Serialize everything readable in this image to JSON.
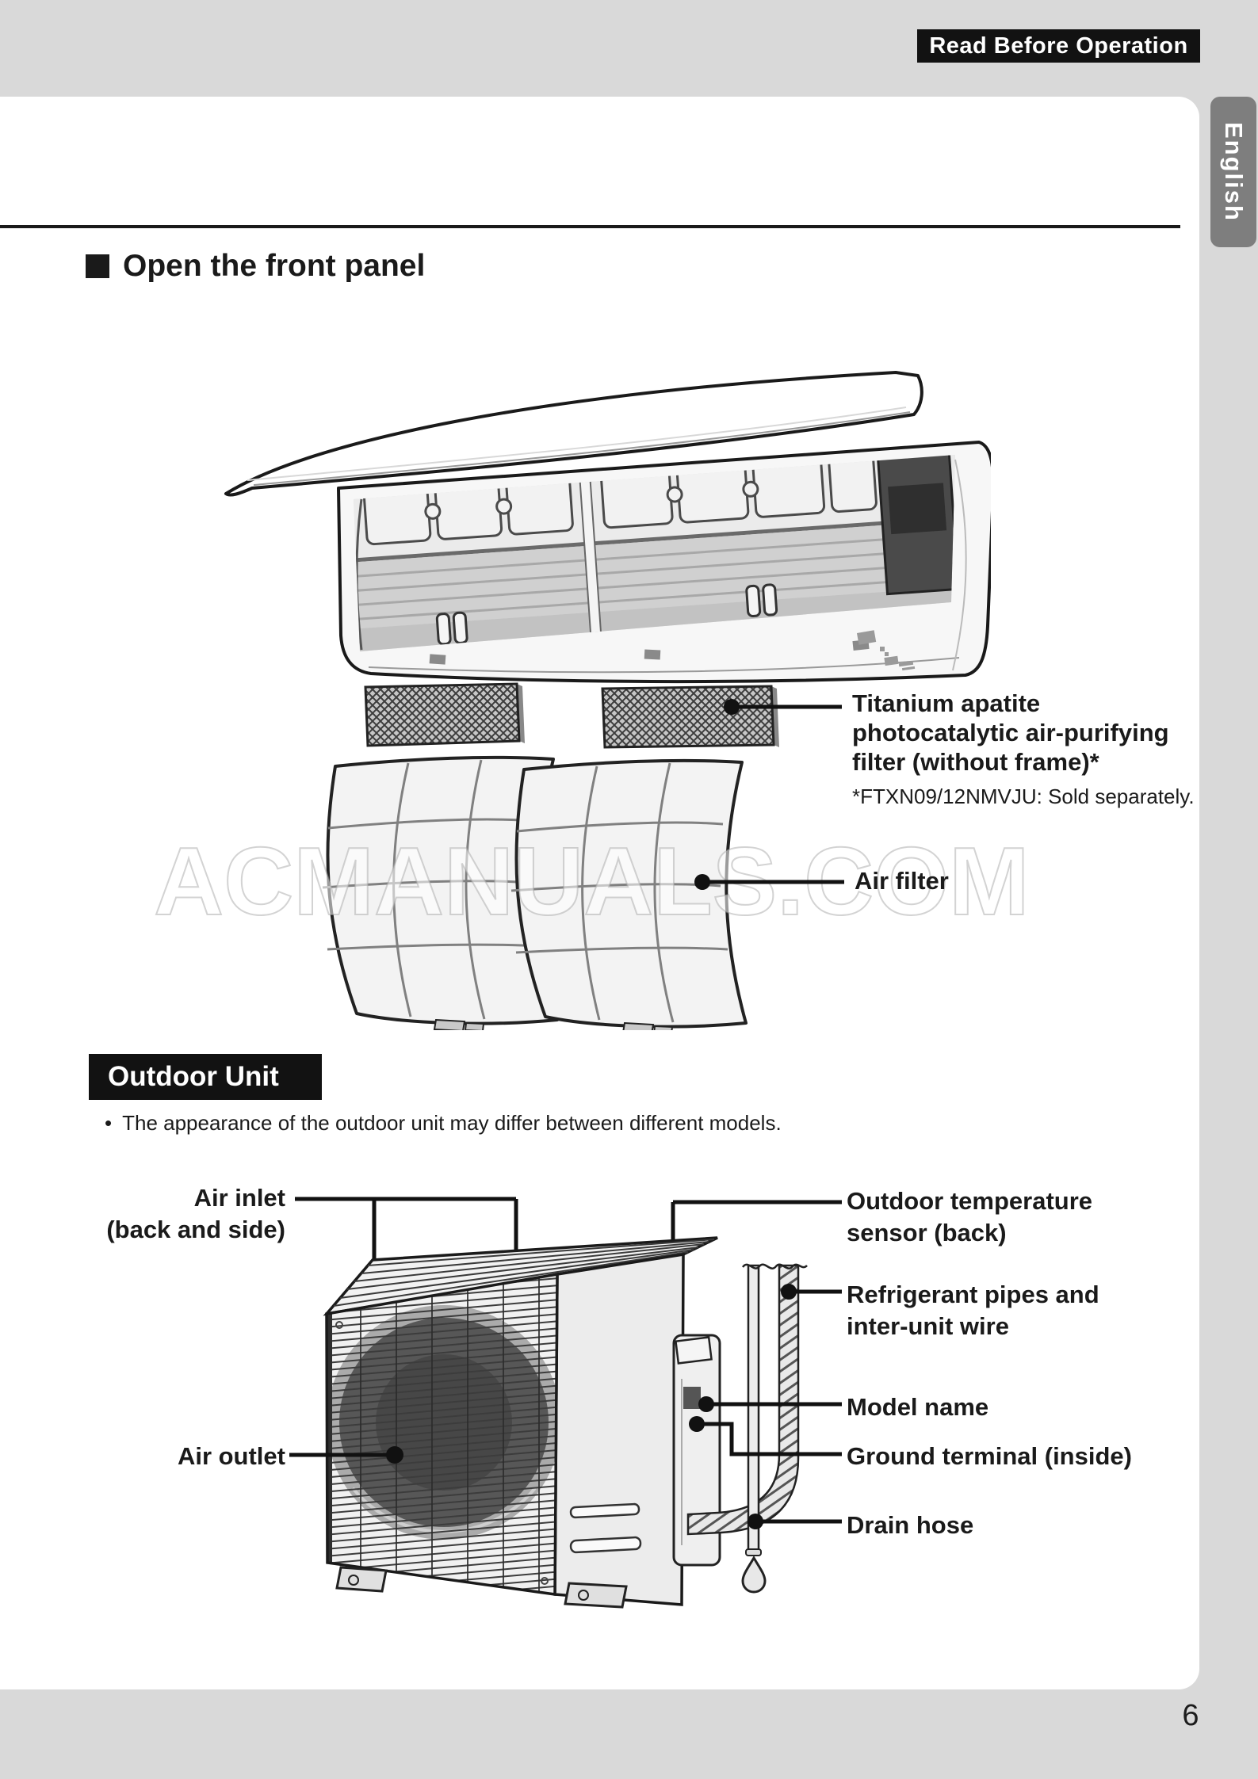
{
  "page": {
    "header_banner": "Read Before Operation",
    "language_tab": "English",
    "page_number": "6",
    "watermark": "ACMANUALS.COM"
  },
  "front_panel": {
    "heading": "Open the front panel",
    "titanium_label_line1": "Titanium apatite",
    "titanium_label_line2": "photocatalytic air-purifying",
    "titanium_label_line3": "filter (without frame)*",
    "titanium_note": "*FTXN09/12NMVJU: Sold separately.",
    "air_filter_label": "Air filter"
  },
  "outdoor": {
    "heading": "Outdoor Unit",
    "bullet": "•",
    "note": "The appearance of the outdoor unit may differ between different models.",
    "air_inlet_line1": "Air inlet",
    "air_inlet_line2": "(back and side)",
    "air_outlet": "Air outlet",
    "temp_sensor_line1": "Outdoor temperature",
    "temp_sensor_line2": "sensor (back)",
    "refrigerant_line1": "Refrigerant pipes and",
    "refrigerant_line2": "inter-unit wire",
    "model_name": "Model name",
    "ground_terminal": "Ground terminal (inside)",
    "drain_hose": "Drain hose"
  },
  "colors": {
    "banner_bg": "#121212",
    "tab_gray": "#7e7e7e",
    "page_margin_gray": "#d9d9d9",
    "ink": "#1a1a1a"
  }
}
